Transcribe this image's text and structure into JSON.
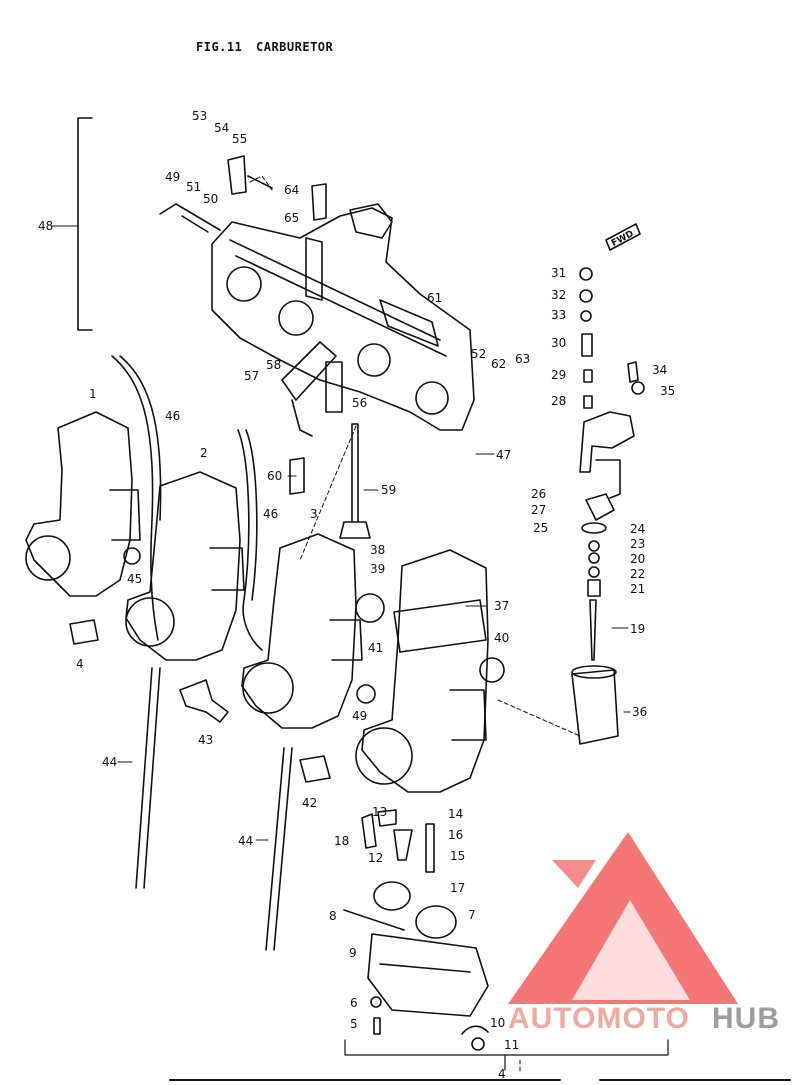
{
  "title": {
    "fig": "FIG.11",
    "name": "CARBURETOR"
  },
  "arrow_text": "FWD",
  "part_labels": [
    "1",
    "2",
    "3",
    "4",
    "4",
    "5",
    "6",
    "7",
    "8",
    "9",
    "10",
    "11",
    "12",
    "13",
    "14",
    "15",
    "16",
    "17",
    "18",
    "19",
    "20",
    "21",
    "22",
    "23",
    "24",
    "25",
    "26",
    "27",
    "28",
    "29",
    "30",
    "31",
    "32",
    "33",
    "34",
    "35",
    "36",
    "37",
    "38",
    "38",
    "39",
    "40",
    "41",
    "42",
    "43",
    "44",
    "44",
    "45",
    "46",
    "46",
    "47",
    "48",
    "49",
    "49",
    "50",
    "51",
    "52",
    "53",
    "54",
    "55",
    "56",
    "57",
    "58",
    "59",
    "60",
    "61",
    "62",
    "63",
    "64",
    "65"
  ],
  "watermark": {
    "part1": "AUTOMOTO",
    "part2": "HUB",
    "color1": "#f2a7a1",
    "color2": "#9c9c9c",
    "logo_color": "#ee4040"
  }
}
